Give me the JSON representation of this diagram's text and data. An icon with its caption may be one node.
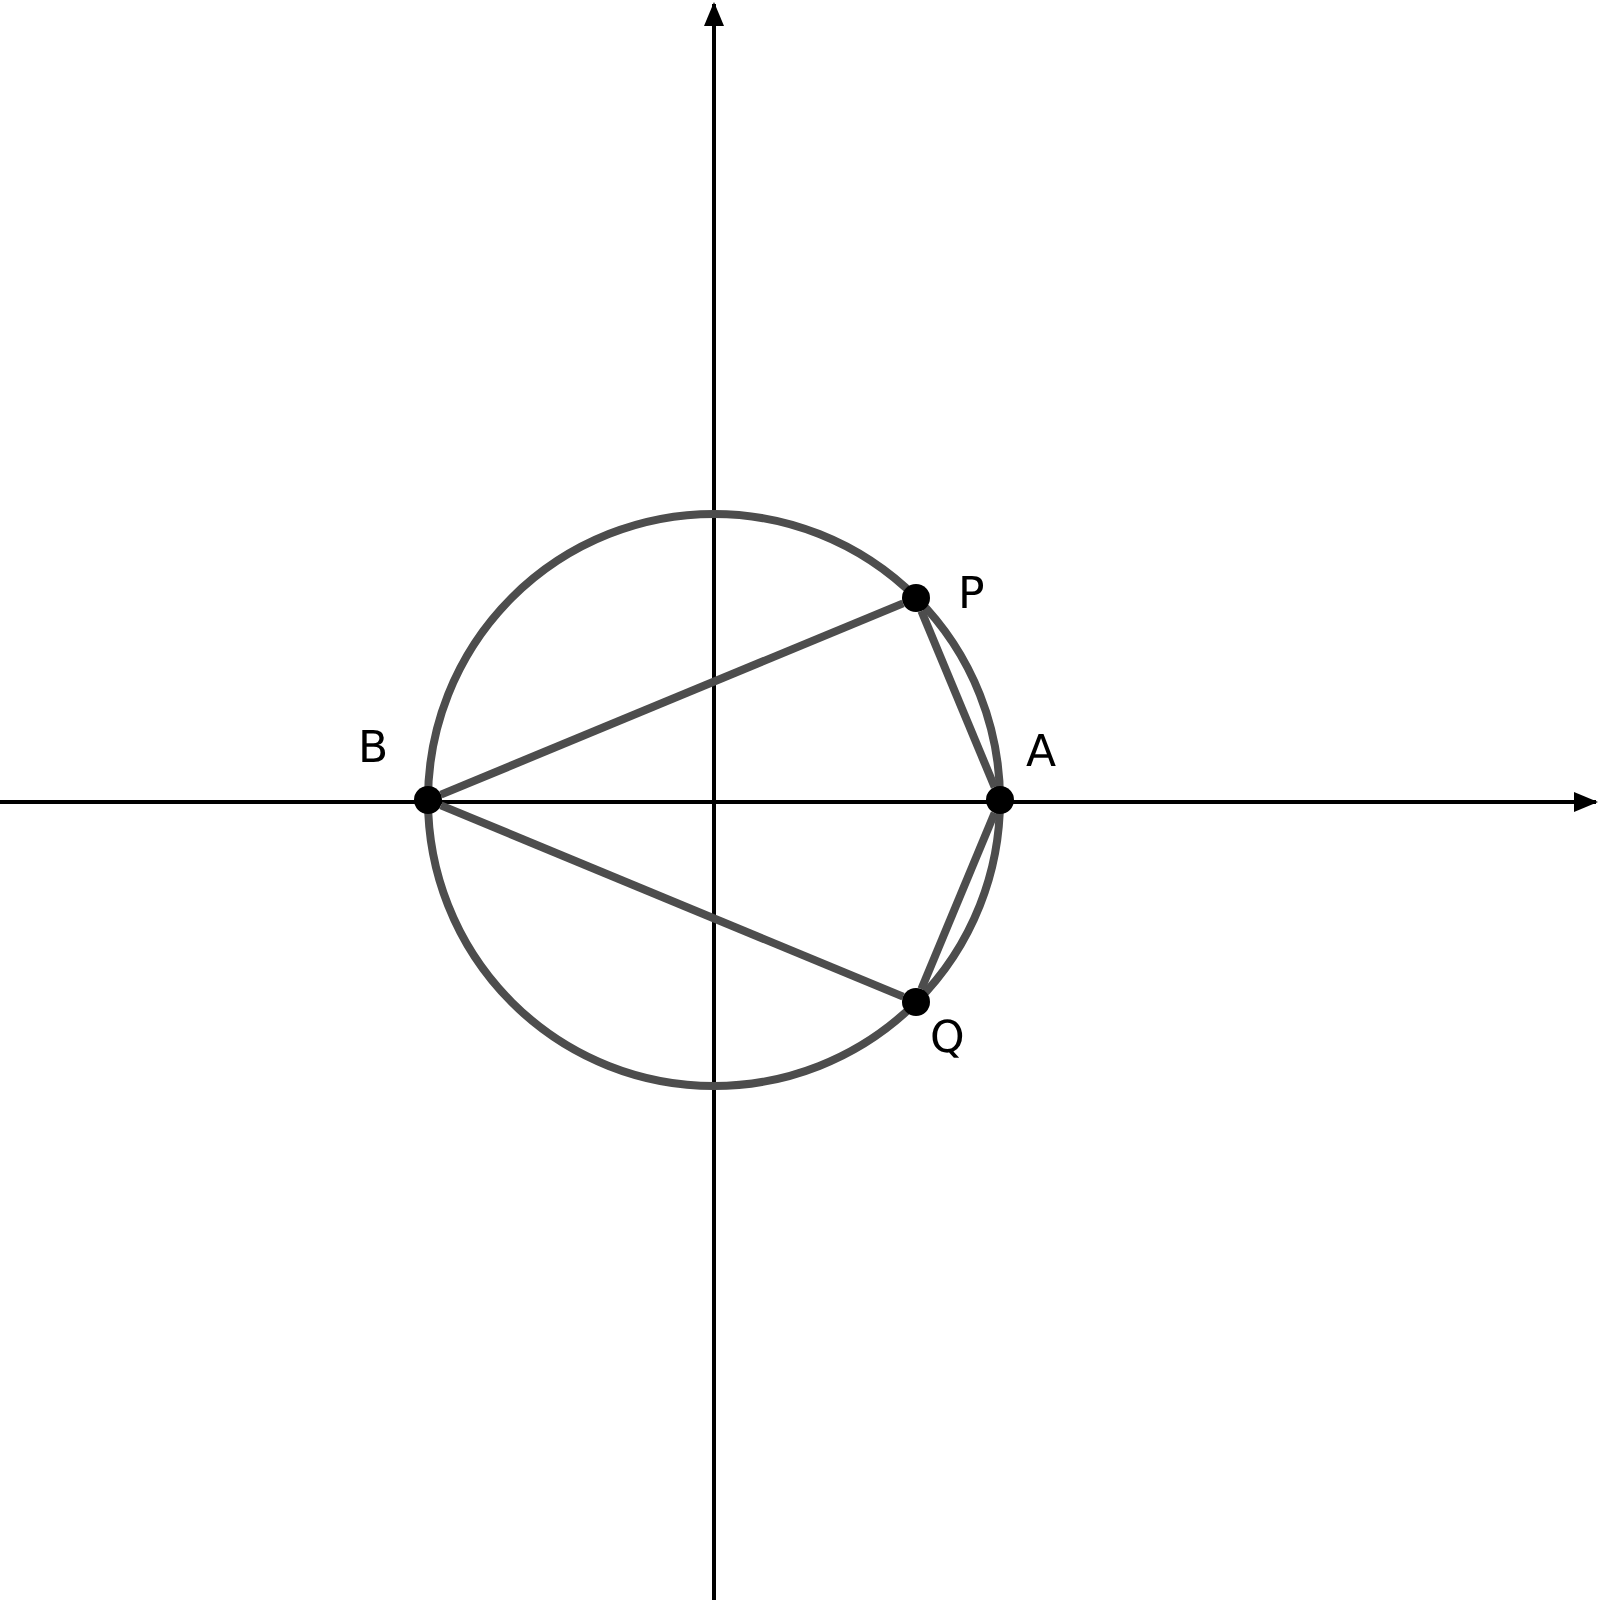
{
  "diagram": {
    "nodes": [
      {
        "text": [
          "P"
        ]
      },
      {
        "text": [
          "B"
        ]
      },
      {
        "text": [
          "A"
        ]
      },
      {
        "text": [
          "Q"
        ]
      }
    ],
    "edges": [
      {
        "from": 1,
        "to": 0,
        "arrow": "none"
      },
      {
        "from": 0,
        "to": 2,
        "arrow": "none"
      },
      {
        "from": 2,
        "to": 3,
        "arrow": "none"
      },
      {
        "from": 3,
        "to": 1,
        "arrow": "none"
      }
    ]
  }
}
